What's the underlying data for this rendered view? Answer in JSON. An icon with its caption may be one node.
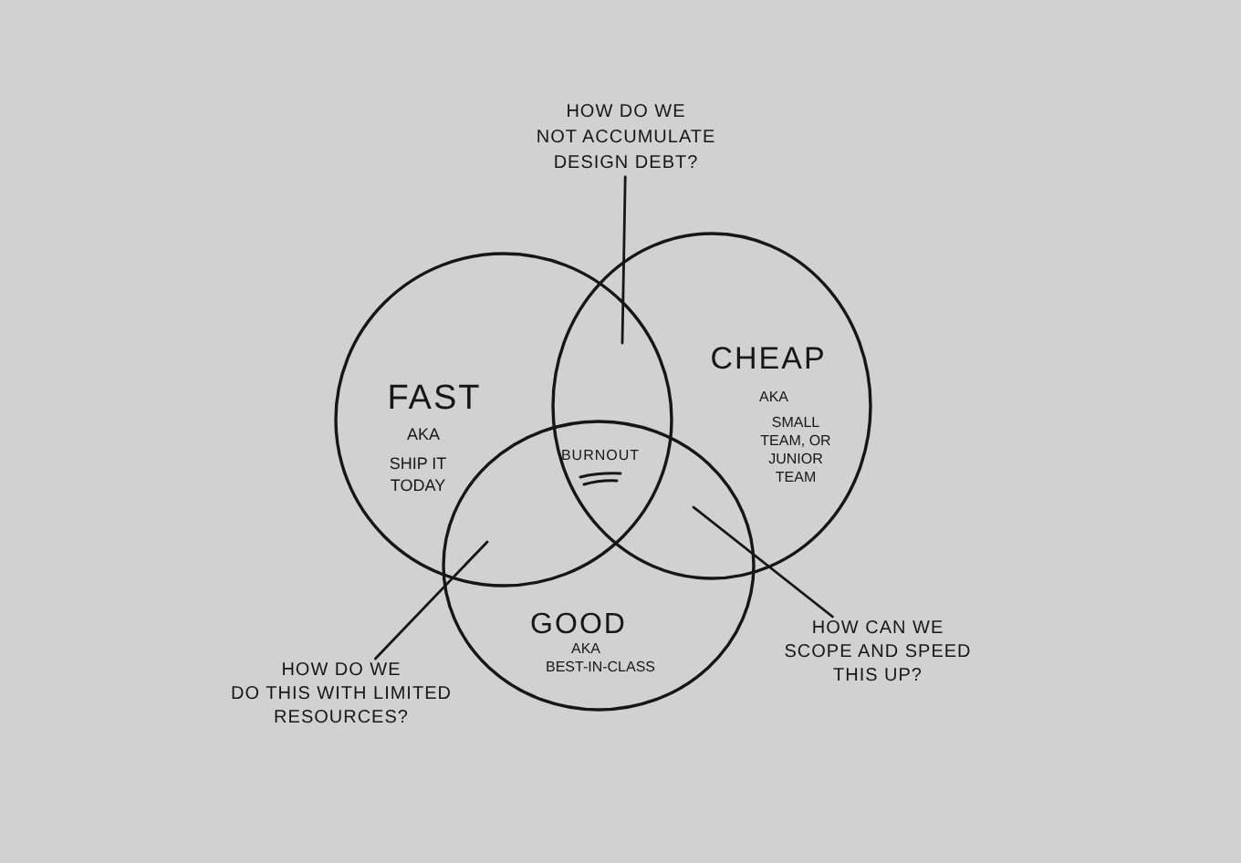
{
  "diagram": {
    "nodes": [
      {
        "text": [
          "HOW DO WE NOT ACCUMULATE DESIGN DEBT?"
        ]
      },
      {
        "text": [
          "FAST",
          "AKA",
          "SHIP IT TODAY"
        ]
      },
      {
        "text": [
          "CHEAP",
          "AKA",
          "SMALL TEAM, OR JUNIOR TEAM"
        ]
      },
      {
        "text": [
          "GOOD",
          "AKA",
          "BEST-IN-CLASS"
        ]
      },
      {
        "text": [
          "HOW DO WE DO THIS WITH LIMITED RESOURCES?"
        ]
      },
      {
        "text": [
          "HOW CAN WE SCOPE AND SPEED THIS UP?"
        ]
      }
    ],
    "edges": [
      {
        "from": 0,
        "to": 2,
        "arrow": "none"
      },
      {
        "from": 4,
        "to": 3,
        "arrow": "none"
      },
      {
        "from": 5,
        "to": 3,
        "arrow": "none"
      }
    ],
    "labels": [
      "BURNOUT"
    ]
  }
}
